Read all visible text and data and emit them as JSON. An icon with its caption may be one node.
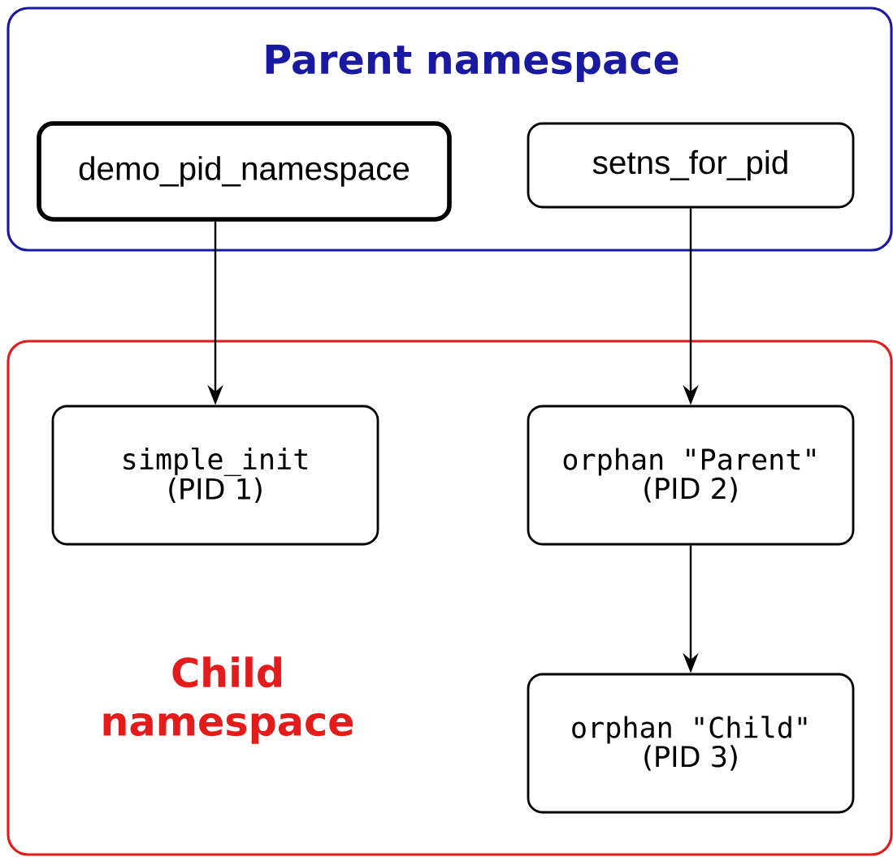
{
  "diagram": {
    "nodes": [
      {
        "text": [
          "Parent namespace"
        ]
      },
      {
        "text": [
          "demo_pid_namespace"
        ],
        "in": 0
      },
      {
        "text": [
          "setns_for_pid"
        ],
        "in": 0
      },
      {
        "text": [
          "Child namespace"
        ]
      },
      {
        "text": [
          "simple_init",
          "(PID 1)"
        ],
        "in": 3
      },
      {
        "text": [
          "orphan \"Parent\"",
          "(PID 2)"
        ],
        "in": 3
      },
      {
        "text": [
          "orphan \"Child\"",
          "(PID 3)"
        ],
        "in": 3
      }
    ],
    "edges": [
      {
        "from": 1,
        "to": 4,
        "arrow": "to"
      },
      {
        "from": 2,
        "to": 5,
        "arrow": "to"
      },
      {
        "from": 5,
        "to": 6,
        "arrow": "to"
      }
    ]
  }
}
